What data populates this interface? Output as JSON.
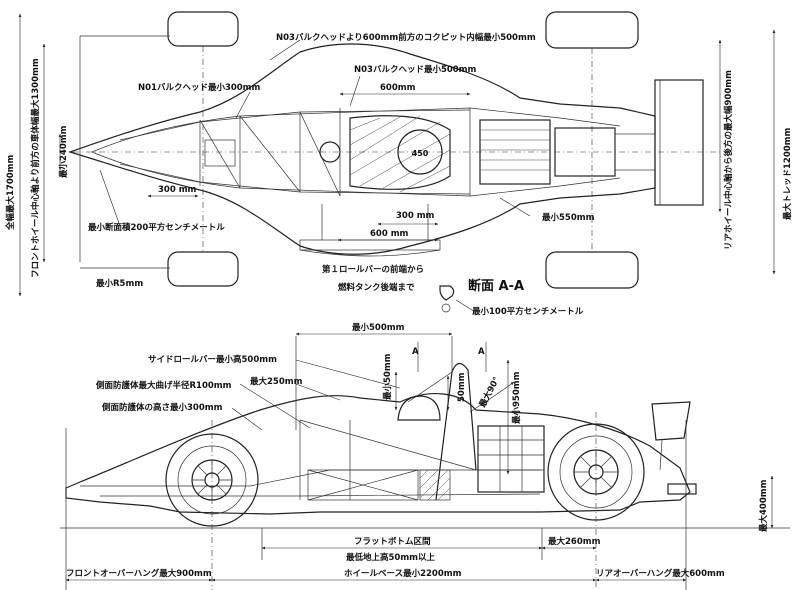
{
  "top_view": {
    "labels": {
      "n03_cockpit": "N03バルクヘッドより600mm前方のコクピット内幅最小500mm",
      "n03_min": "N03バルクヘッド最小500mm",
      "n01_min": "N01バルクヘッド最小300mm",
      "dim_600_top": "600mm",
      "dim_240": "最小240mm",
      "dim_300_left": "300 mm",
      "cross_section_200": "最小断面積200平方センチメートル",
      "dim_300_mid": "300 mm",
      "dim_600_bottom": "600 mm",
      "min_550": "最小550mm",
      "roll_bar_front": "第１ロールバーの前端から",
      "fuel_tank_rear": "燃料タンク後端まで",
      "min_r5": "最小R5mm",
      "total_width": "全幅最大1700mm",
      "front_wheel_body": "フロントホイール中心軸より前方の車体幅最大1300mm",
      "rear_wheel_axis": "リアホイール中心軸から後方の最大幅900mm",
      "max_tread": "最大トレッド1200mm",
      "fuel_tank_mark": "450"
    }
  },
  "section_aa": {
    "title": "断面 A-A",
    "min_area": "最小100平方センチメートル"
  },
  "side_view": {
    "labels": {
      "min_500": "最小500mm",
      "side_rollbar": "サイドロールバー最小高500mm",
      "max_250": "最大250mm",
      "side_bend": "側面防護体最大曲げ半径R100mm",
      "side_height": "側面防護体の高さ最小300mm",
      "section_a1": "A",
      "section_a2": "A",
      "min_50": "最小50mm",
      "dim_50": "50mm",
      "min_950": "最小950mm",
      "max_90": "最大90°",
      "flat_bottom": "フラットボトム区間",
      "min_ground": "最低地上高50mm以上",
      "max_260": "最大260mm",
      "max_400": "最大400mm",
      "front_overhang": "フロントオーバーハング最大900mm",
      "wheelbase": "ホイールベース最小2200mm",
      "rear_overhang": "リアオーバーハング最大600mm"
    }
  }
}
